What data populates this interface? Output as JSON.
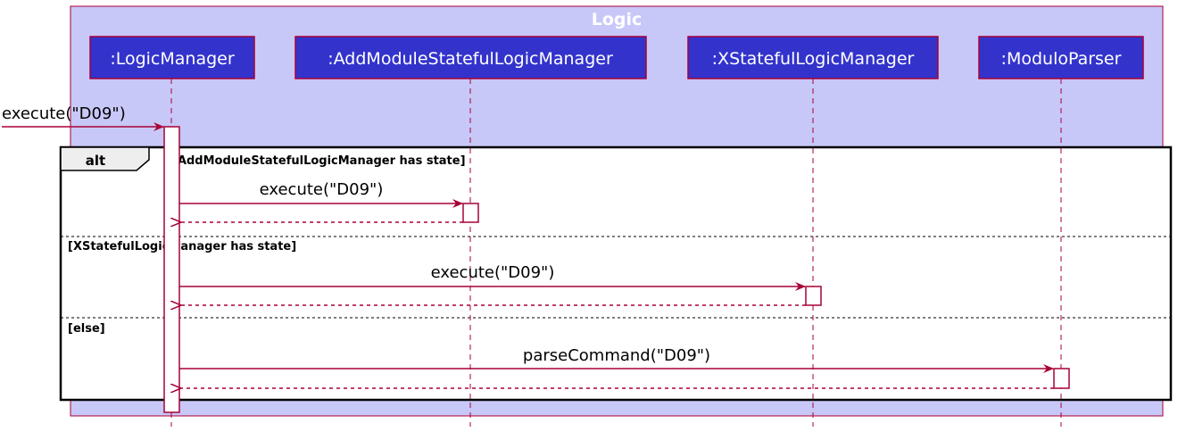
{
  "box_title": "Logic",
  "participants": {
    "logic_manager": ":LogicManager",
    "add_module_manager": ":AddModuleStatefulLogicManager",
    "x_stateful_manager": ":XStatefulLogicManager",
    "modulo_parser": ":ModuloParser"
  },
  "messages": {
    "incoming": "execute(\"D09\")",
    "call_add_module": "execute(\"D09\")",
    "call_x_stateful": "execute(\"D09\")",
    "call_parser": "parseCommand(\"D09\")"
  },
  "fragment": {
    "keyword": "alt",
    "guard_1": "[AddModuleStatefulLogicManager has state]",
    "guard_2": "[XStatefulLogicManager has state]",
    "guard_3": "[else]"
  },
  "colors": {
    "box_fill": "#C8C8F8",
    "box_border": "#A80036",
    "participant_fill": "#3333CC",
    "participant_text": "#FFFFFF",
    "arrow": "#A80036",
    "fragment_border": "#000000"
  }
}
